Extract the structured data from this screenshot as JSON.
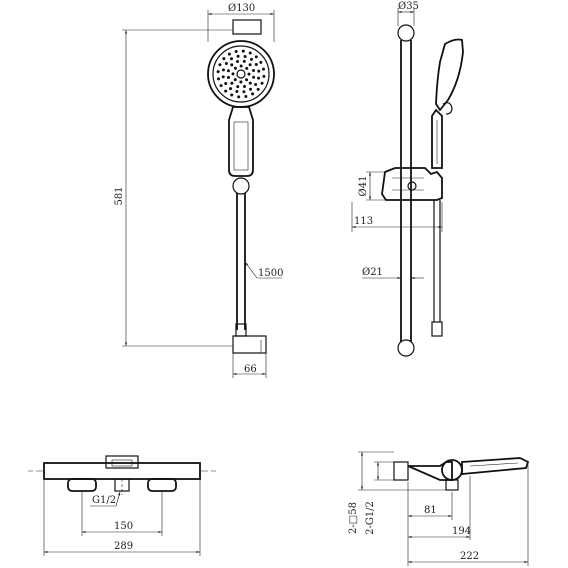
{
  "dimensions": {
    "head_diameter": "Ø130",
    "total_height": "581",
    "hose_length": "1500",
    "bracket_width": "66",
    "rail_top_diameter": "Ø35",
    "slider_diameter": "Ø41",
    "projection": "113",
    "rail_diameter": "Ø21",
    "spout_height": "2-□58",
    "inlet_thread_side": "2-G1/2",
    "bottom_inlet_thread": "G1/2",
    "centers": "150",
    "total_width": "289",
    "depth_81": "81",
    "depth_194": "194",
    "depth_222": "222"
  }
}
